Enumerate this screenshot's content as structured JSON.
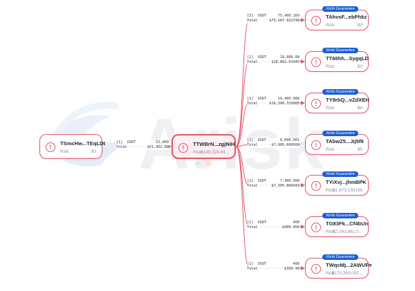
{
  "watermark": {
    "text": "Arisk"
  },
  "colors": {
    "risk": "#e2566a",
    "badge": "#1a5fd6",
    "edge": "#e2566a"
  },
  "source": {
    "address": "TSmcHw...TEqLDt",
    "risk_label": "Risk",
    "risk_value": "$0"
  },
  "hub": {
    "address": "TTWBrN...zgjNiH",
    "risk_label": "Risk",
    "risk_value": "$149,324,84...",
    "controls": [
      {
        "icon": "collapse-icon",
        "glyph": "‹"
      },
      {
        "icon": "expand-icon",
        "glyph": "›"
      }
    ]
  },
  "source_edge": {
    "count": "[1]",
    "currency": "USDT",
    "amount": "52,000",
    "total_label": "Total",
    "total": "$51,952.68"
  },
  "targets": [
    {
      "address": "TAhvsF...ebPhkz",
      "risk_value": "$0",
      "badge": "Xinbi Guarantee",
      "edge": {
        "count": "[3]",
        "currency": "USDT",
        "amount": "75,400.169",
        "total_label": "Total",
        "total": "$75,287.822748"
      }
    },
    {
      "address": "TT66hh...SygqLD",
      "risk_value": "$0",
      "badge": "Xinbi Guarantee",
      "edge": {
        "count": "[1]",
        "currency": "USDT",
        "amount": "18,888.88",
        "total_label": "Total",
        "total": "$18,862.01645"
      }
    },
    {
      "address": "TY8rbQ...vZdXEH",
      "risk_value": "$0",
      "badge": "Xinbi Guarantee",
      "edge": {
        "count": "[2]",
        "currency": "USDT",
        "amount": "10,400.088",
        "total_label": "Total",
        "total": "$10,390.319985"
      }
    },
    {
      "address": "TAbwZ5...Jij5f9",
      "risk_value": "$0",
      "badge": "Xinbi Guarantee",
      "edge": {
        "count": "[1]",
        "currency": "USDT",
        "amount": "8,000.001",
        "total_label": "Total",
        "total": "$7,995.600999"
      }
    },
    {
      "address": "TYiXvj...jhmBPK",
      "risk_value": "$1,873,150136",
      "badge": "Xinbi Guarantee",
      "edge": {
        "count": "[2]",
        "currency": "USDT",
        "amount": "7,400.099",
        "total_label": "Total",
        "total": "$7,395.806943"
      }
    },
    {
      "address": "TG83Fk...Cf4bUn",
      "risk_value": "$2,043,961,0...",
      "badge": "Xinbi Guarantee",
      "edge": {
        "count": "[1]",
        "currency": "USDT",
        "amount": "400",
        "total_label": "Total",
        "total": "$400.056"
      }
    },
    {
      "address": "TWqcMj...2AWUPe",
      "risk_value": "$170,260,002...",
      "badge": "Xinbi Guarantee",
      "edge": {
        "count": "[1]",
        "currency": "USDT",
        "amount": "400",
        "total_label": "Total",
        "total": "$399.48"
      }
    }
  ],
  "target_risk_label": "Risk"
}
